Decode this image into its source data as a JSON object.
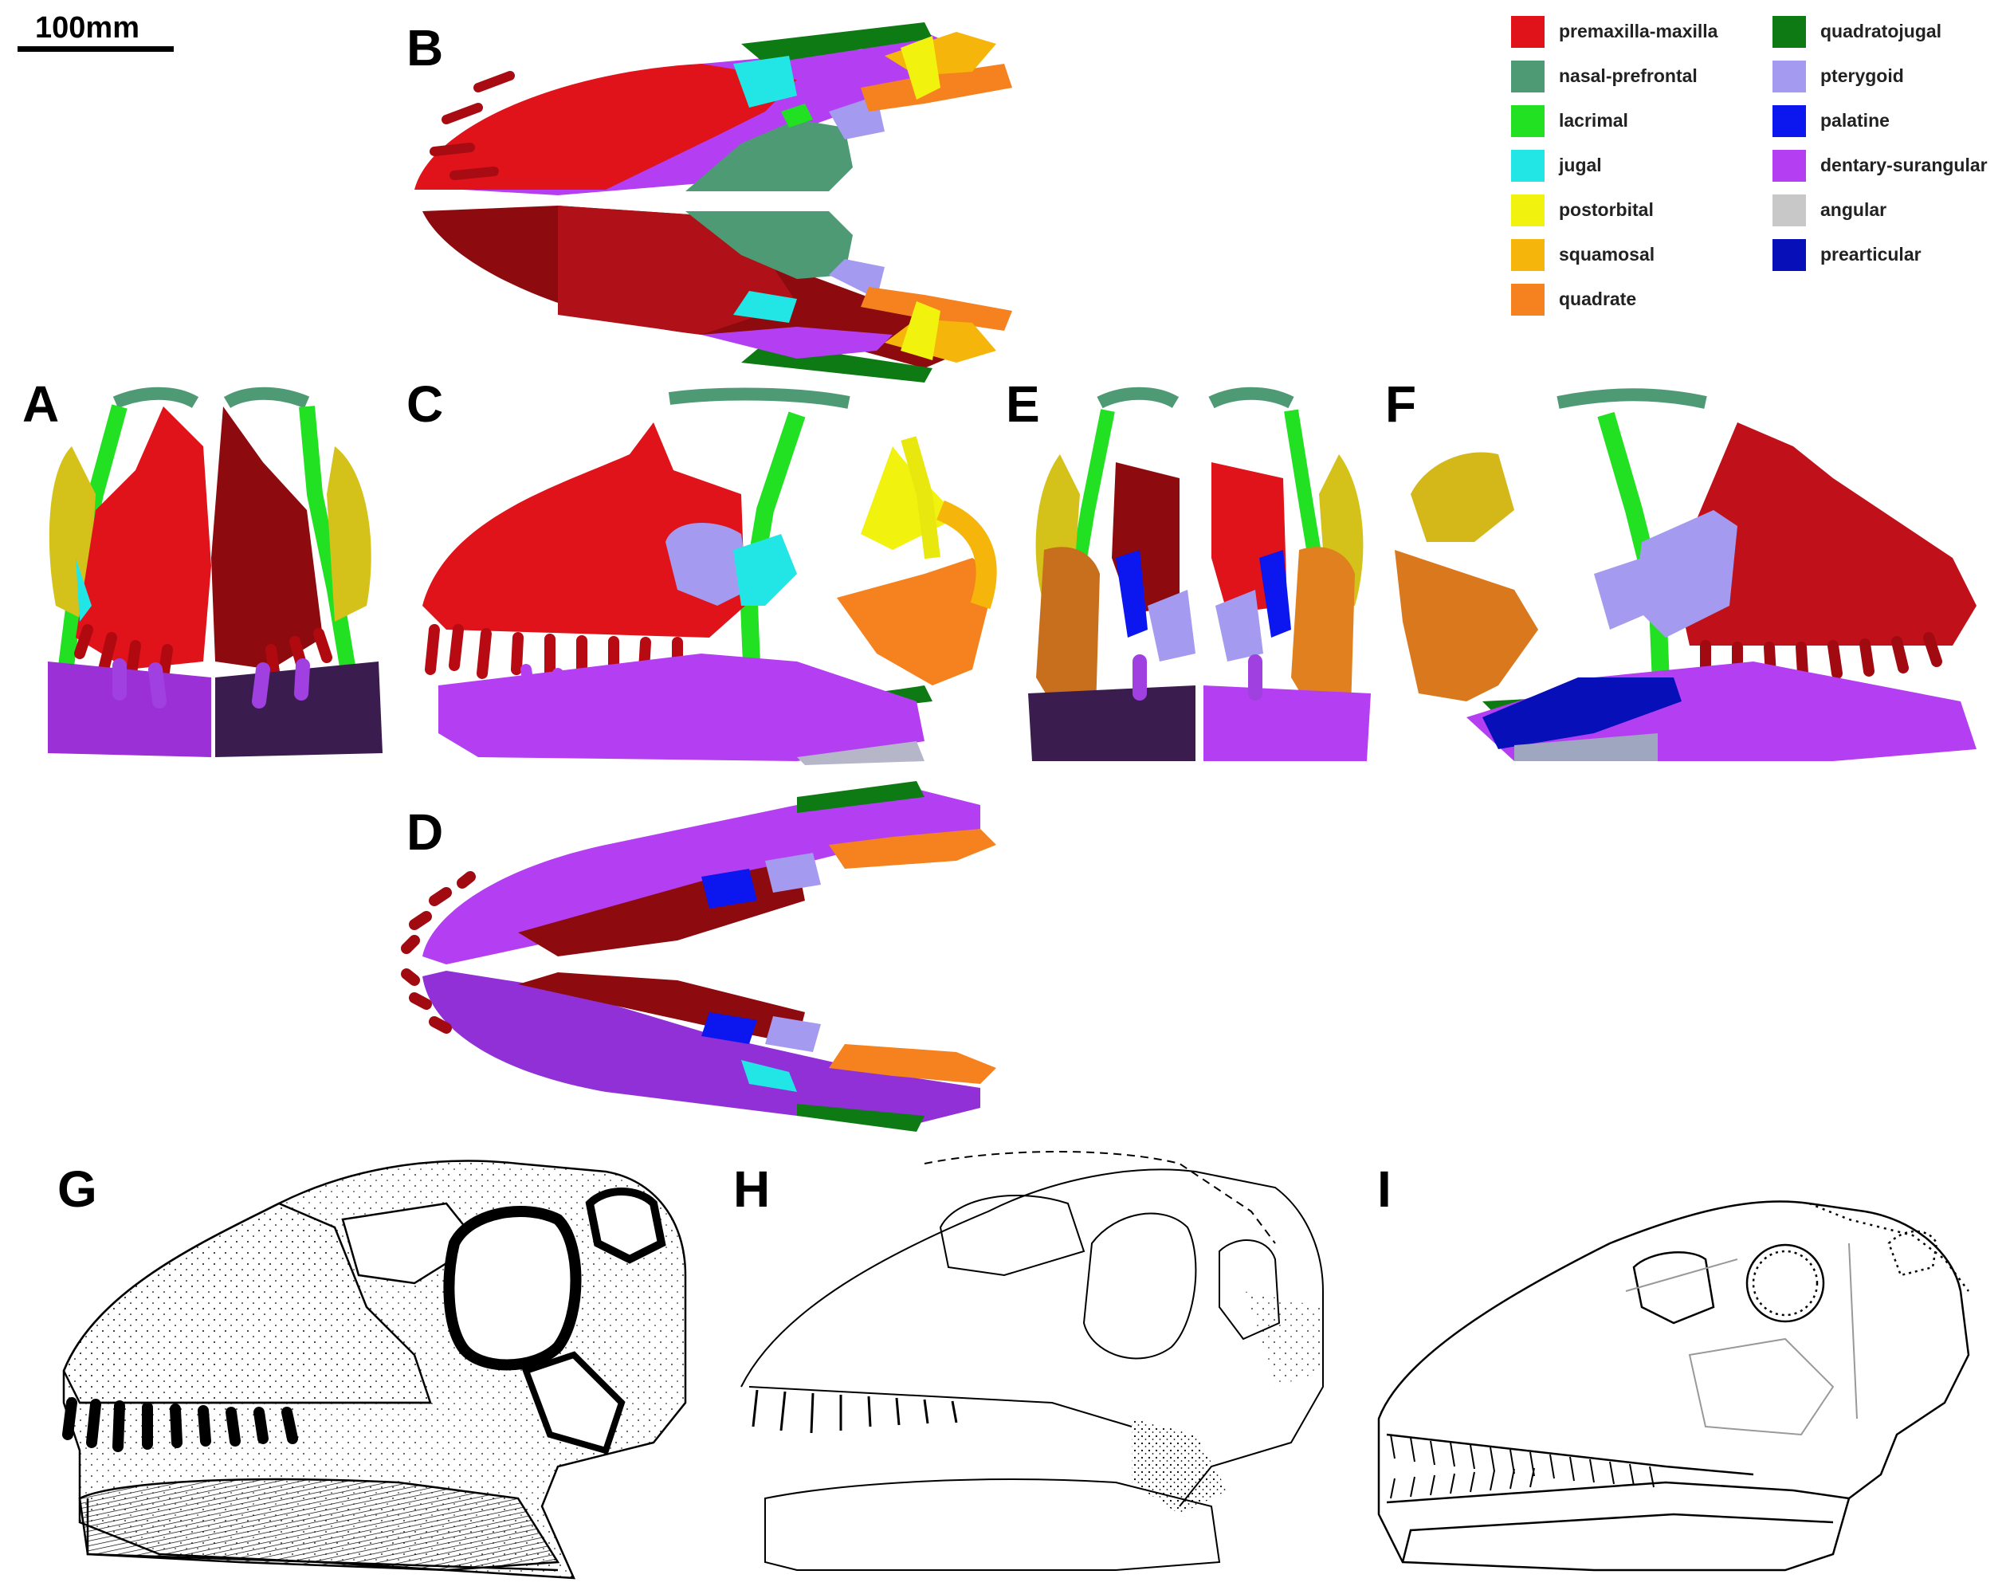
{
  "scale_bar": {
    "label": "100mm"
  },
  "panels": [
    "A",
    "B",
    "C",
    "D",
    "E",
    "F",
    "G",
    "H",
    "I"
  ],
  "legend": [
    {
      "label": "premaxilla-maxilla",
      "color": "#e0121a"
    },
    {
      "label": "nasal-prefrontal",
      "color": "#4e9a74"
    },
    {
      "label": "lacrimal",
      "color": "#22e022"
    },
    {
      "label": "jugal",
      "color": "#22e6e6"
    },
    {
      "label": "postorbital",
      "color": "#f2f20f"
    },
    {
      "label": "squamosal",
      "color": "#f5b50a"
    },
    {
      "label": "quadrate",
      "color": "#f5821f"
    },
    {
      "label": "quadratojugal",
      "color": "#0e7a14"
    },
    {
      "label": "pterygoid",
      "color": "#a49af0"
    },
    {
      "label": "palatine",
      "color": "#0b17ee"
    },
    {
      "label": "dentary-surangular",
      "color": "#b43ff2"
    },
    {
      "label": "angular",
      "color": "#c8c8c8"
    },
    {
      "label": "prearticular",
      "color": "#0710b8"
    }
  ]
}
